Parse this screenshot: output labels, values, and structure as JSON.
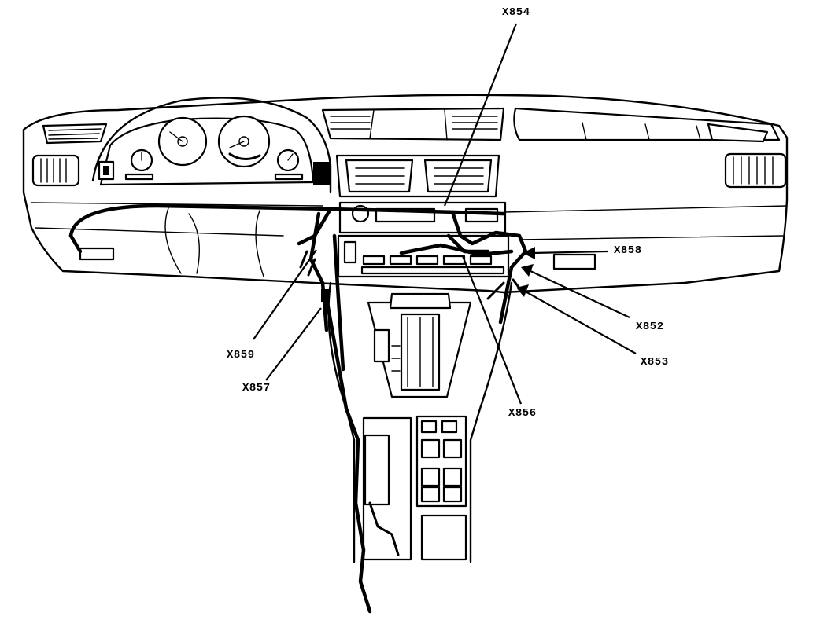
{
  "labels": {
    "x854": "X854",
    "x858": "X858",
    "x852": "X852",
    "x853": "X853",
    "x856": "X856",
    "x859": "X859",
    "x857": "X857"
  }
}
